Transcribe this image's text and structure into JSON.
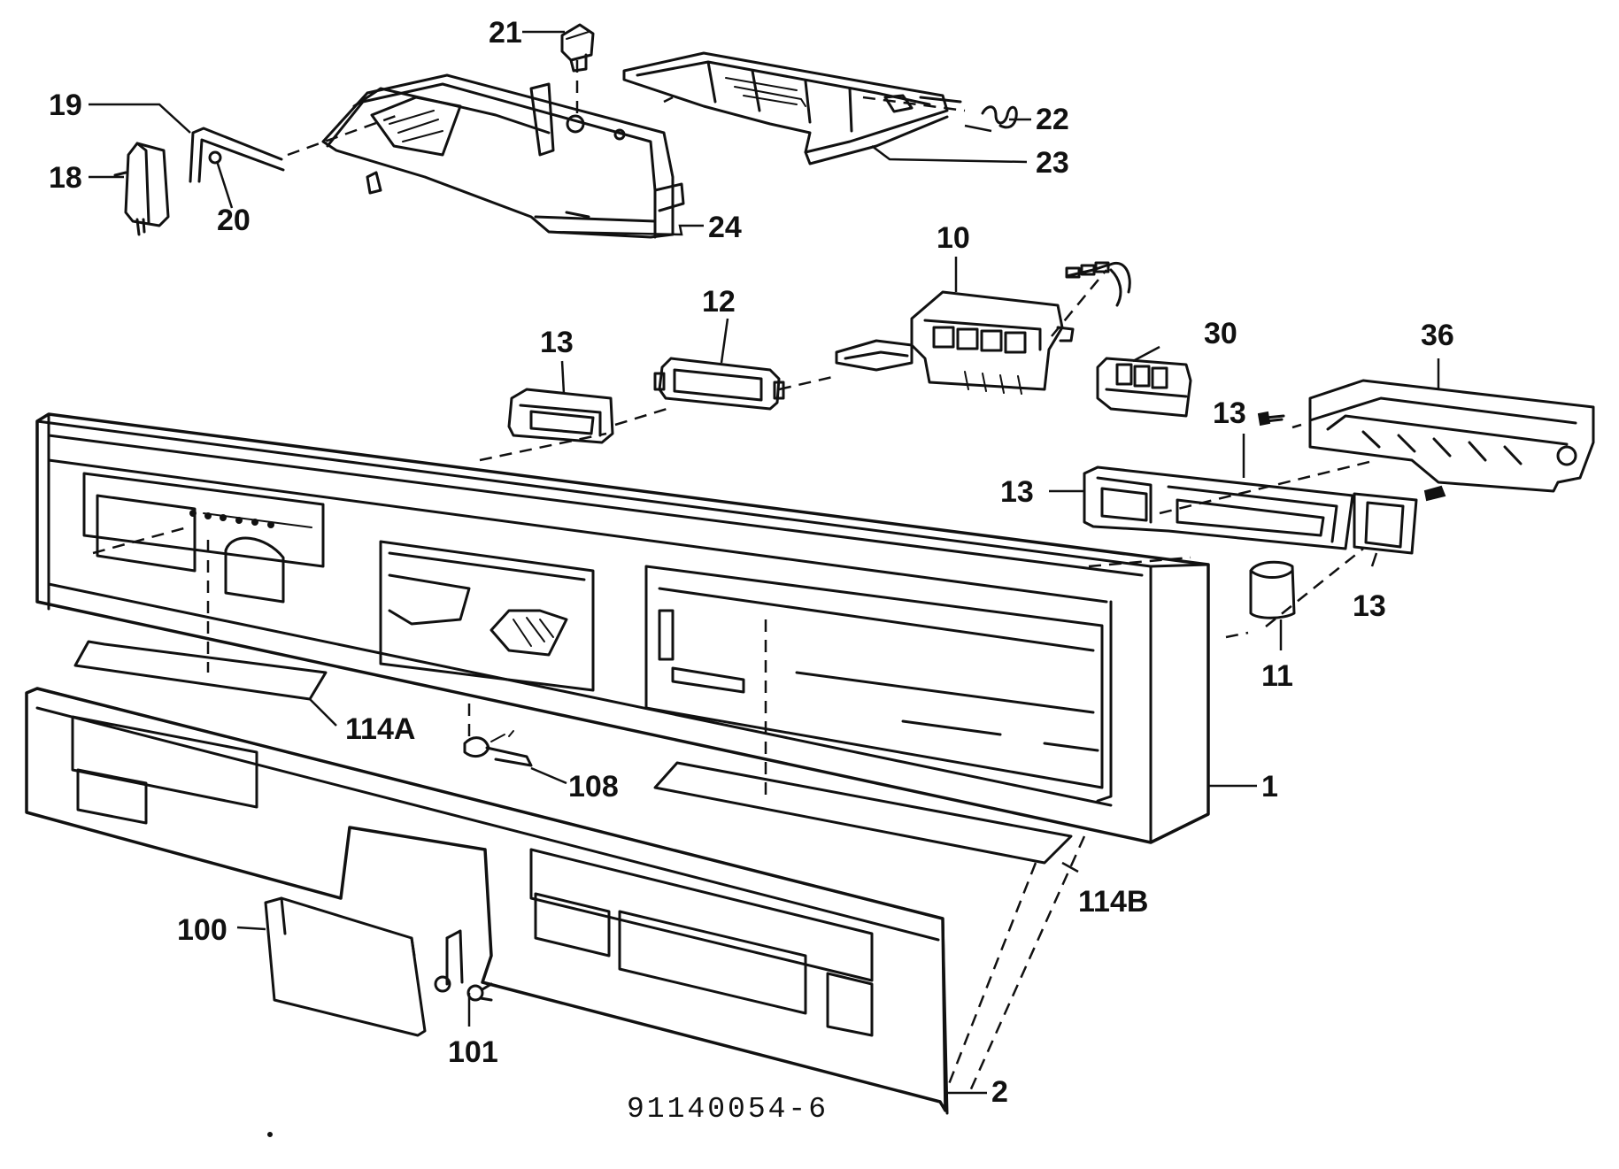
{
  "callouts": [
    {
      "id": "c21",
      "text": "21"
    },
    {
      "id": "c19",
      "text": "19"
    },
    {
      "id": "c18",
      "text": "18"
    },
    {
      "id": "c20",
      "text": "20"
    },
    {
      "id": "c22",
      "text": "22"
    },
    {
      "id": "c23",
      "text": "23"
    },
    {
      "id": "c24",
      "text": "24"
    },
    {
      "id": "c10",
      "text": "10"
    },
    {
      "id": "c12",
      "text": "12"
    },
    {
      "id": "c13a",
      "text": "13"
    },
    {
      "id": "c30",
      "text": "30"
    },
    {
      "id": "c36",
      "text": "36"
    },
    {
      "id": "c13b",
      "text": "13"
    },
    {
      "id": "c13c",
      "text": "13"
    },
    {
      "id": "c13d",
      "text": "13"
    },
    {
      "id": "c11",
      "text": "11"
    },
    {
      "id": "c114a",
      "text": "114A"
    },
    {
      "id": "c108",
      "text": "108"
    },
    {
      "id": "c1",
      "text": "1"
    },
    {
      "id": "c114b",
      "text": "114B"
    },
    {
      "id": "c100",
      "text": "100"
    },
    {
      "id": "c101",
      "text": "101"
    },
    {
      "id": "c2",
      "text": "2"
    }
  ],
  "drawing_number": "91140054-6"
}
